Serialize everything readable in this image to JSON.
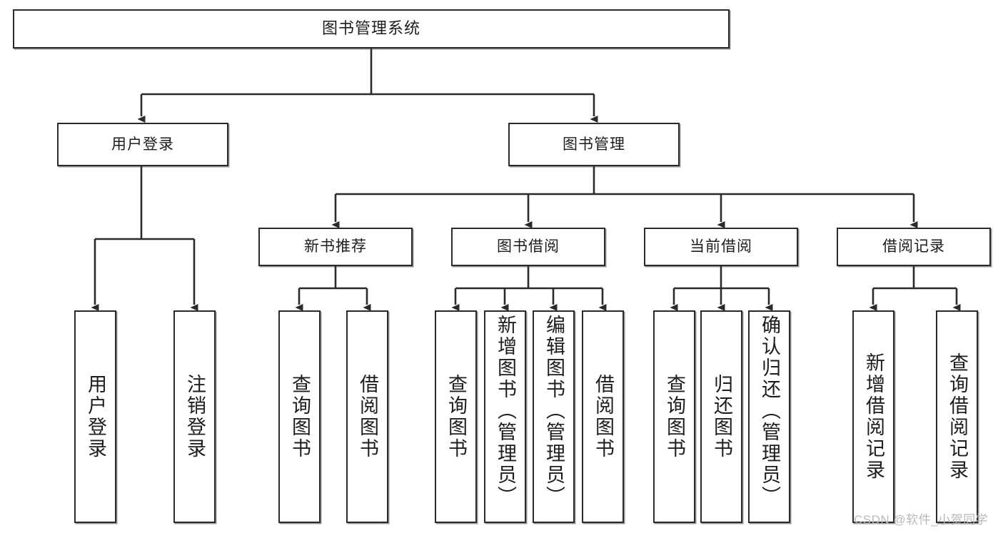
{
  "diagram": {
    "type": "hierarchy-tree",
    "title": "图书管理系统",
    "watermark": "CSDN @软件_小贺同学",
    "colors": {
      "box_border": "#2b2b2b",
      "box_fill": "#ffffff",
      "connector": "#2b2b2b",
      "text": "#1d1d1d",
      "watermark": "#b9b9b9",
      "background": "#ffffff"
    },
    "root": {
      "id": "root",
      "label": "图书管理系统"
    },
    "level1": [
      {
        "id": "n-user-login",
        "label": "用户登录"
      },
      {
        "id": "n-book-mgmt",
        "label": "图书管理"
      }
    ],
    "level2": [
      {
        "id": "n-new-book-rec",
        "label": "新书推荐",
        "parent": "n-book-mgmt"
      },
      {
        "id": "n-book-borrow",
        "label": "图书借阅",
        "parent": "n-book-mgmt"
      },
      {
        "id": "n-current-borrow",
        "label": "当前借阅",
        "parent": "n-book-mgmt"
      },
      {
        "id": "n-borrow-record",
        "label": "借阅记录",
        "parent": "n-book-mgmt"
      }
    ],
    "leaves": [
      {
        "id": "l-user-login",
        "label": "用户登录",
        "parent": "n-user-login",
        "centered": true
      },
      {
        "id": "l-user-logout",
        "label": "注销登录",
        "parent": "n-user-login",
        "centered": true
      },
      {
        "id": "l-query-book-1",
        "label": "查询图书",
        "parent": "n-new-book-rec",
        "centered": true
      },
      {
        "id": "l-borrow-book-1",
        "label": "借阅图书",
        "parent": "n-new-book-rec",
        "centered": true
      },
      {
        "id": "l-query-book-2",
        "label": "查询图书",
        "parent": "n-book-borrow",
        "centered": true
      },
      {
        "id": "l-add-book",
        "label": "新增图书（管理员）",
        "parent": "n-book-borrow",
        "centered": false
      },
      {
        "id": "l-edit-book",
        "label": "编辑图书（管理员）",
        "parent": "n-book-borrow",
        "centered": false
      },
      {
        "id": "l-borrow-book-2",
        "label": "借阅图书",
        "parent": "n-book-borrow",
        "centered": true
      },
      {
        "id": "l-query-book-3",
        "label": "查询图书",
        "parent": "n-current-borrow",
        "centered": true
      },
      {
        "id": "l-return-book",
        "label": "归还图书",
        "parent": "n-current-borrow",
        "centered": true
      },
      {
        "id": "l-confirm-return",
        "label": "确认归还（管理员）",
        "parent": "n-current-borrow",
        "centered": false
      },
      {
        "id": "l-add-record",
        "label": "新增借阅记录",
        "parent": "n-borrow-record",
        "centered": true
      },
      {
        "id": "l-query-record",
        "label": "查询借阅记录",
        "parent": "n-borrow-record",
        "centered": true
      }
    ]
  }
}
